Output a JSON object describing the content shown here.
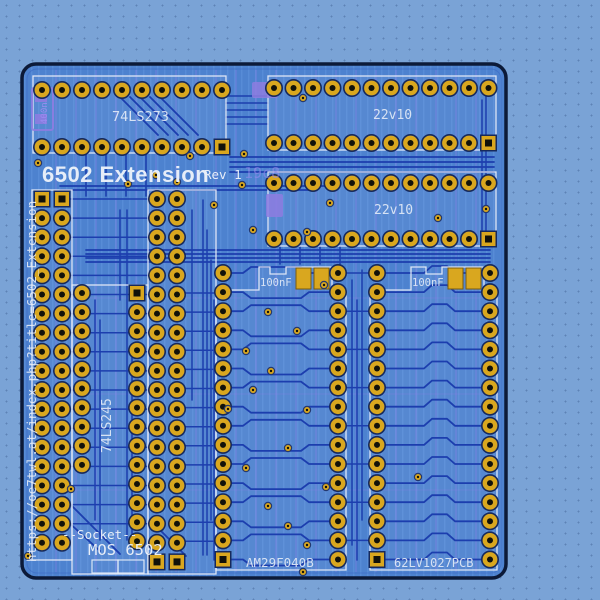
{
  "board": {
    "title": "6502 Extension",
    "revision": "Rev 1",
    "url": "https://oe7twl.at/index.php?title=6502_Extension",
    "ghost_text": "19c8"
  },
  "components": {
    "u1_label": "74LS273",
    "u2_label": "22v10",
    "u3_label": "22v10",
    "u4_label": "74LS245",
    "socket_caption": "--Socket--",
    "socket_chip": "MOS 6502",
    "flash_label": "AM29F040B",
    "sram_label": "62LV1027PCB",
    "cap1_label": "100nF",
    "cap2_label": "100nF",
    "back_cap_label": "400n"
  },
  "colors": {
    "page_bg": "#7AA3D6",
    "board_fill": "#4D82CF",
    "pour_stripe": "#5A8FD9",
    "board_outline": "#0C1A38",
    "trace_dark": "#1C3EAE",
    "inner_purple": "#8F7EEA",
    "silkscreen": "#E8EEF8",
    "pad_gold": "#D9A71F",
    "pad_hole": "#12120A",
    "pad_halo": "#16295C",
    "smd_purple": "#8D7CE0"
  }
}
